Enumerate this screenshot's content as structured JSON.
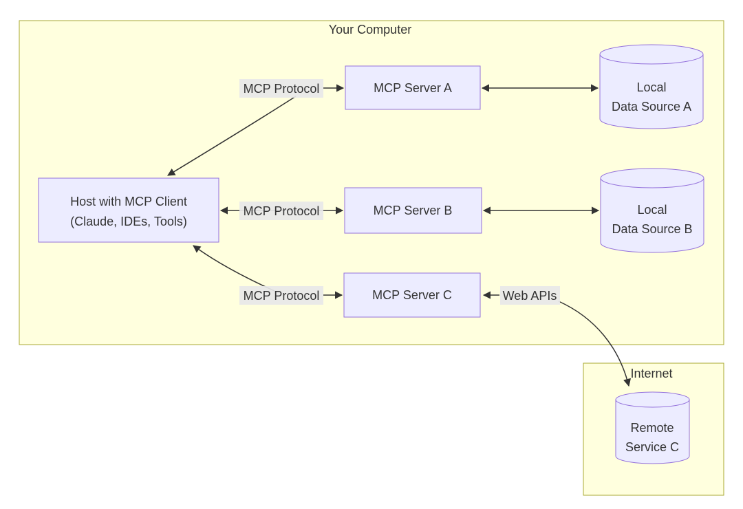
{
  "diagram_title": "MCP architecture diagram",
  "labels": {
    "your_computer": "Your Computer",
    "internet": "Internet",
    "host_line1": "Host with MCP Client",
    "host_line2": "(Claude, IDEs, Tools)",
    "server_a": "MCP Server A",
    "server_b": "MCP Server B",
    "server_c": "MCP Server C",
    "data_a_line1": "Local",
    "data_a_line2": "Data Source A",
    "data_b_line1": "Local",
    "data_b_line2": "Data Source B",
    "remote_line1": "Remote",
    "remote_line2": "Service C",
    "edge_protocol_a": "MCP Protocol",
    "edge_protocol_b": "MCP Protocol",
    "edge_protocol_c": "MCP Protocol",
    "edge_web_apis": "Web APIs"
  },
  "colors": {
    "cluster_fill": "#ffffde",
    "cluster_border": "#aaaa33",
    "node_fill": "#ECECFF",
    "node_border": "#9370DB",
    "edge_label_bg": "#e8e8e8",
    "line": "#333333",
    "text": "#333333",
    "canvas": "#ffffff"
  }
}
